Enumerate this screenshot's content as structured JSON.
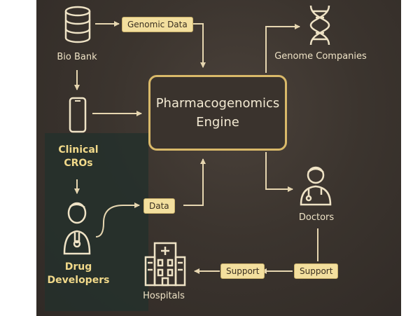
{
  "nodes": {
    "bio_bank": "Bio Bank",
    "clinical": "Clinical\nCROs",
    "drug_dev": "Drug\nDevelopers",
    "genome": "Genome Companies",
    "doctors": "Doctors",
    "hospitals": "Hospitals"
  },
  "engine": {
    "line1": "Pharmacogenomics",
    "line2": "Engine"
  },
  "tags": {
    "genomic_data": "Genomic Data",
    "data": "Data",
    "support_1": "Support",
    "support_2": "Support"
  },
  "icons": [
    "database-icon",
    "phone-icon",
    "person-icon",
    "dna-icon",
    "doctor-icon",
    "hospital-icon"
  ],
  "colors": {
    "background": "#3b342e",
    "accent": "#d9b969",
    "tag_fill": "#f3df9e",
    "text": "#efe3c6",
    "highlight_text": "#f1d98a"
  }
}
